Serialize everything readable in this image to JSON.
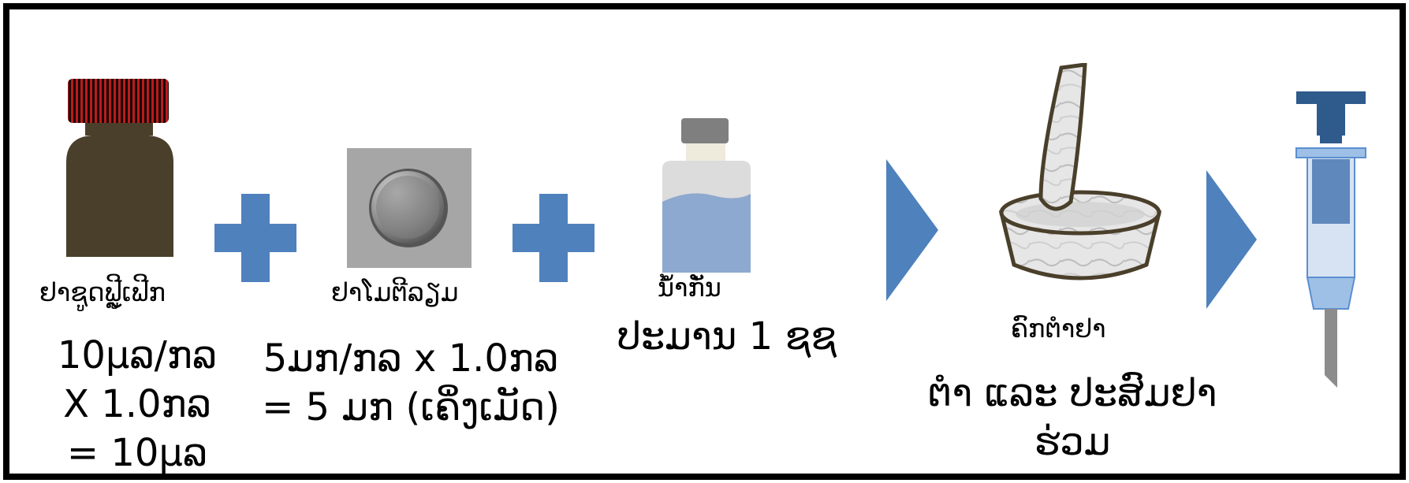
{
  "colors": {
    "accent_blue": "#4f81bd",
    "border": "#000000",
    "bottle_brown": "#4a3f2a",
    "cap_red": "#b91c1c",
    "mortar_outline": "#4a3f2a"
  },
  "steps": [
    {
      "name_label": "ຢາຊູດຟູຼີເຟີກ",
      "calc_lines": [
        "10μລ/ກລ",
        "X 1.0ກລ",
        "= 10μລ"
      ]
    },
    {
      "name_label": "ຢາໂມຕີລຽມ",
      "calc_lines": [
        "5ມກ/ກລ x 1.0ກລ",
        "= 5 ມກ (ເຄິ່ງເມັດ)"
      ]
    },
    {
      "name_label": "ນ້ຳກັ່ນ",
      "calc_lines": [
        "ປະມານ 1 ຊຊ"
      ]
    },
    {
      "name_label": "ຄົກຕຳຢາ",
      "calc_lines": [
        "ຕຳ ແລະ ປະສົມຢາ",
        "ຮ່ວມ"
      ]
    }
  ],
  "icons": {
    "bottle": "brown-medicine-bottle-icon",
    "tablet": "tablet-blister-icon",
    "water": "water-bottle-icon",
    "mortar": "mortar-pestle-icon",
    "syringe": "syringe-icon",
    "plus": "plus-icon",
    "arrow": "arrow-right-icon"
  }
}
